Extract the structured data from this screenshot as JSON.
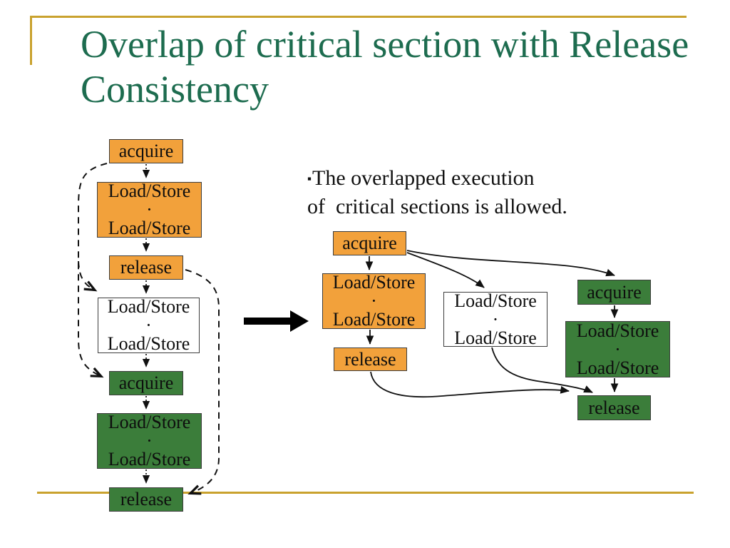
{
  "slide": {
    "title_lines": [
      "Overlap of critical section with Release",
      "Consistency"
    ],
    "note": {
      "bullet": "▪",
      "line1": "The overlapped execution",
      "line2": "of  critical sections is allowed."
    }
  },
  "colors": {
    "orange": "#F2A13B",
    "green": "#3B7D3A",
    "white": "#FFFFFF",
    "gold": "#C9A22E",
    "title_green": "#1D6C4F"
  },
  "serial_diagram": {
    "description": "serial execution of critical sections",
    "boxes": [
      {
        "id": "acquire-1",
        "label": "acquire",
        "variant": "orange"
      },
      {
        "id": "loadstore-1",
        "label": "Load/Store\n·\nLoad/Store",
        "variant": "orange"
      },
      {
        "id": "release-1",
        "label": "release",
        "variant": "orange"
      },
      {
        "id": "loadstore-2",
        "label": "Load/Store\n·\nLoad/Store",
        "variant": "white"
      },
      {
        "id": "acquire-2",
        "label": "acquire",
        "variant": "green"
      },
      {
        "id": "loadstore-3",
        "label": "Load/Store\n·\nLoad/Store",
        "variant": "green"
      },
      {
        "id": "release-2",
        "label": "release",
        "variant": "green"
      }
    ]
  },
  "overlapped_diagram": {
    "description": "overlapped execution of critical sections",
    "boxes": [
      {
        "id": "acquire-1",
        "label": "acquire",
        "variant": "orange"
      },
      {
        "id": "loadstore-1",
        "label": "Load/Store\n·\nLoad/Store",
        "variant": "orange"
      },
      {
        "id": "release-1",
        "label": "release",
        "variant": "orange"
      },
      {
        "id": "loadstore-2",
        "label": "Load/Store\n·\nLoad/Store",
        "variant": "white"
      },
      {
        "id": "acquire-2",
        "label": "acquire",
        "variant": "green"
      },
      {
        "id": "loadstore-3",
        "label": "Load/Store\n·\nLoad/Store",
        "variant": "green"
      },
      {
        "id": "release-2",
        "label": "release",
        "variant": "green"
      }
    ]
  }
}
